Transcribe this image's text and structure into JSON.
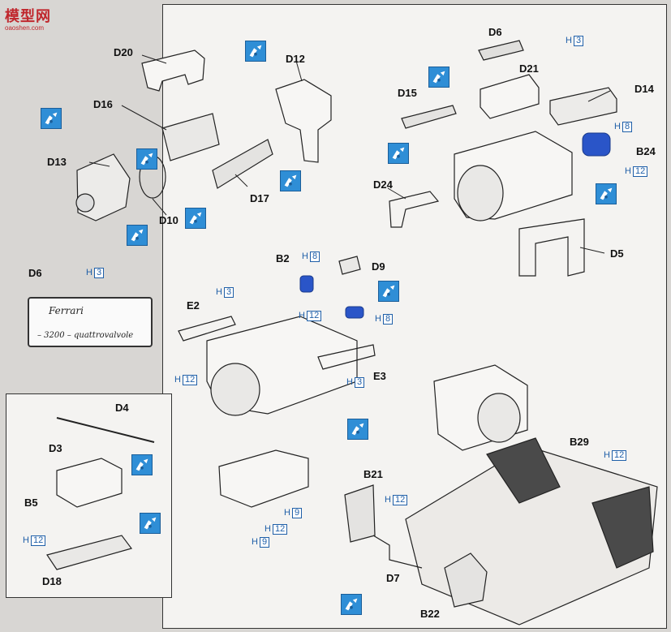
{
  "watermark": {
    "logo_text": "模型网",
    "logo_subtext": "oaoshen.com"
  },
  "part_labels": {
    "D20": "D20",
    "D16": "D16",
    "D13": "D13",
    "D10": "D10",
    "D17": "D17",
    "D12": "D12",
    "D6_top": "D6",
    "D21": "D21",
    "D15": "D15",
    "D14": "D14",
    "B24": "B24",
    "D24": "D24",
    "D5": "D5",
    "D6_plate": "D6",
    "B2": "B2",
    "D9": "D9",
    "E2": "E2",
    "E3": "E3",
    "D4": "D4",
    "D3": "D3",
    "B5": "B5",
    "D18": "D18",
    "B29": "B29",
    "B21": "B21",
    "D7": "D7",
    "B22": "B22"
  },
  "paint_codes": {
    "h3_d21": {
      "letter": "H",
      "num": "3"
    },
    "h8_b24": {
      "letter": "H",
      "num": "8"
    },
    "h12_b24": {
      "letter": "H",
      "num": "12"
    },
    "h3_d6": {
      "letter": "H",
      "num": "3"
    },
    "h8_b2": {
      "letter": "H",
      "num": "8"
    },
    "h12_b2": {
      "letter": "H",
      "num": "12"
    },
    "h8_d9": {
      "letter": "H",
      "num": "8"
    },
    "h3_e2": {
      "letter": "H",
      "num": "3"
    },
    "h12_e2": {
      "letter": "H",
      "num": "12"
    },
    "h3_e3": {
      "letter": "H",
      "num": "3"
    },
    "h12_b5": {
      "letter": "H",
      "num": "12"
    },
    "h9_a": {
      "letter": "H",
      "num": "9"
    },
    "h12_trans": {
      "letter": "H",
      "num": "12"
    },
    "h9_b": {
      "letter": "H",
      "num": "9"
    },
    "h12_b29": {
      "letter": "H",
      "num": "12"
    },
    "h12_b21": {
      "letter": "H",
      "num": "12"
    }
  },
  "nameplate": {
    "brand": "Ferrari",
    "model": "– 3200 – quattrovalvole"
  },
  "icon_names": [
    "glue-icon"
  ],
  "colors": {
    "accent_blue": "#2f8ed6",
    "paint_text": "#1f5fa8",
    "hose_blue": "#2a55c8"
  }
}
